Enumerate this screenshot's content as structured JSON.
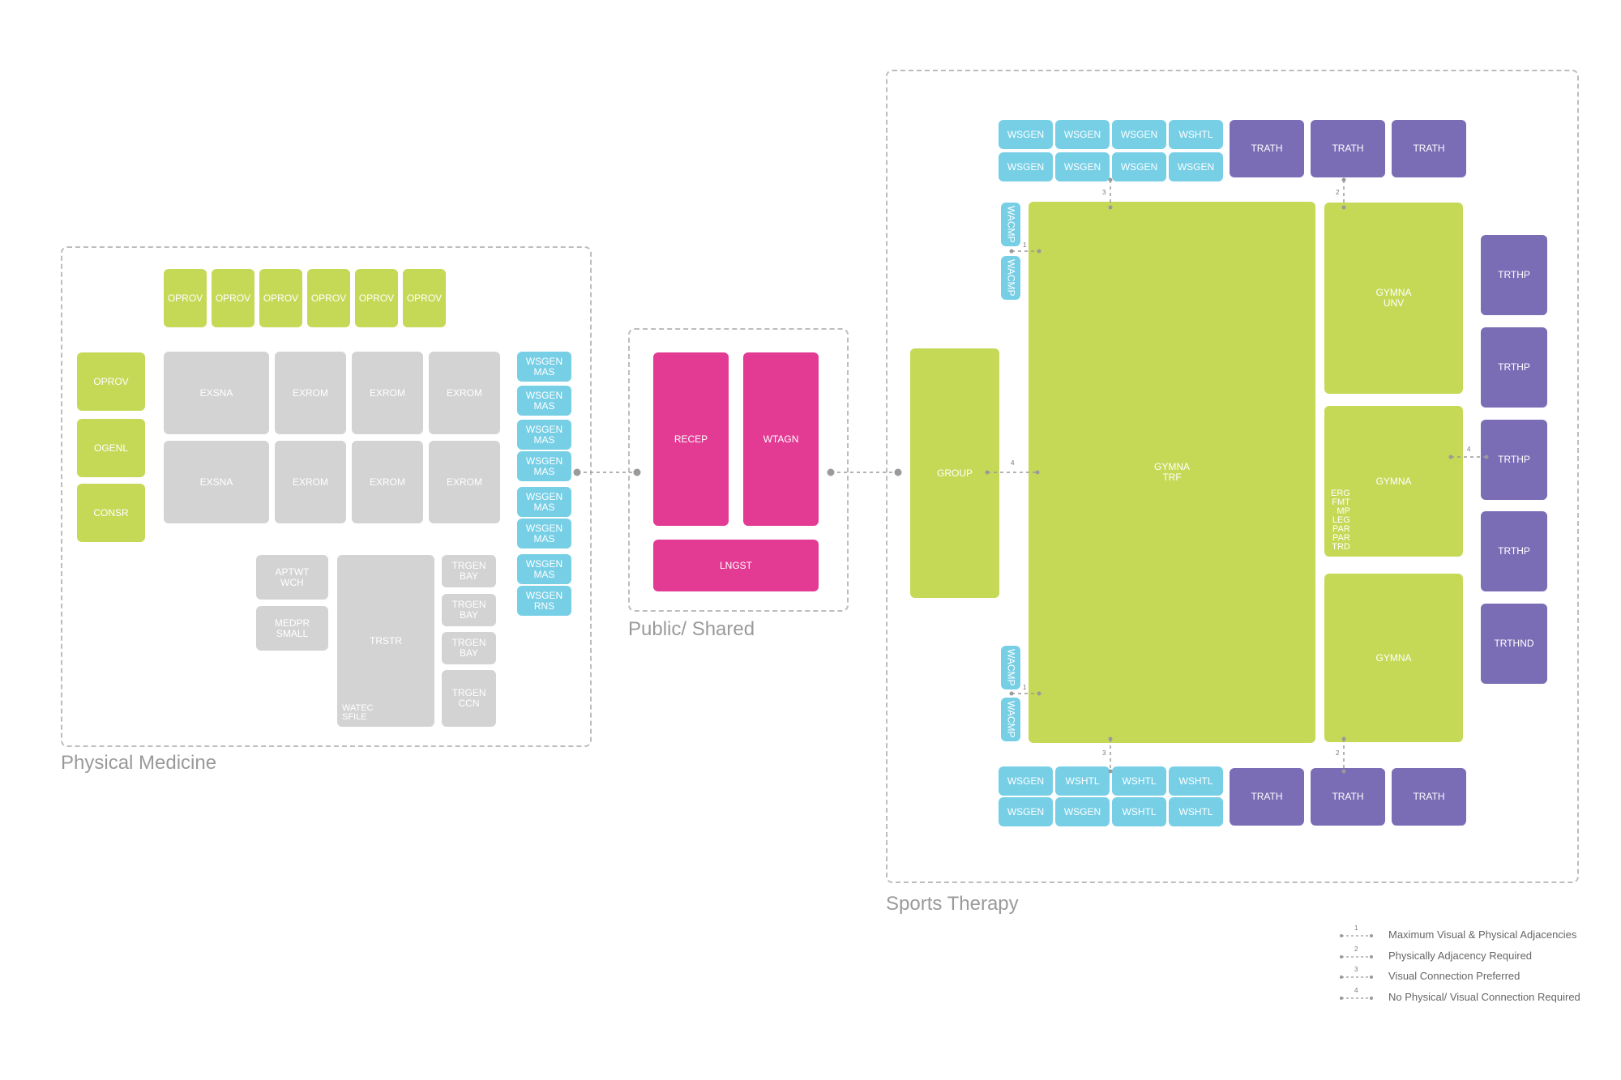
{
  "zones": {
    "physical_medicine": "Physical Medicine",
    "public_shared": "Public/ Shared",
    "sports_therapy": "Sports Therapy"
  },
  "pm": {
    "oprov_top": [
      "OPROV",
      "OPROV",
      "OPROV",
      "OPROV",
      "OPROV",
      "OPROV"
    ],
    "left_col": [
      "OPROV",
      "OGENL",
      "CONSR"
    ],
    "exam_row1": [
      "EXSNA",
      "EXROM",
      "EXROM",
      "EXROM"
    ],
    "exam_row2": [
      "EXSNA",
      "EXROM",
      "EXROM",
      "EXROM"
    ],
    "aptwt": "APTWT\nWCH",
    "medpr": "MEDPR\nSMALL",
    "trstr": "TRSTR",
    "watec": "WATEC\nSFILE",
    "trgen": [
      "TRGEN\nBAY",
      "TRGEN\nBAY",
      "TRGEN\nBAY",
      "TRGEN\nCCN"
    ],
    "wsgen": [
      "WSGEN\nMAS",
      "WSGEN\nMAS",
      "WSGEN\nMAS",
      "WSGEN\nMAS",
      "WSGEN\nMAS",
      "WSGEN\nMAS",
      "WSGEN\nMAS",
      "WSGEN\nRNS"
    ]
  },
  "ps": {
    "recep": "RECEP",
    "wtagn": "WTAGN",
    "lngst": "LNGST"
  },
  "st": {
    "top_ws_row1": [
      "WSGEN",
      "WSGEN",
      "WSGEN",
      "WSHTL"
    ],
    "top_ws_row2": [
      "WSGEN",
      "WSGEN",
      "WSGEN",
      "WSGEN"
    ],
    "top_trath": [
      "TRATH",
      "TRATH",
      "TRATH"
    ],
    "bot_ws_row1": [
      "WSGEN",
      "WSHTL",
      "WSHTL",
      "WSHTL"
    ],
    "bot_ws_row2": [
      "WSGEN",
      "WSGEN",
      "WSHTL",
      "WSHTL"
    ],
    "bot_trath": [
      "TRATH",
      "TRATH",
      "TRATH"
    ],
    "wacmp": [
      "WACMP",
      "WACMP",
      "WACMP",
      "WACMP"
    ],
    "group": "GROUP",
    "gymna_trf": "GYMNA\nTRF",
    "gymna_unv": "GYMNA\nUNV",
    "gymna_mid": "GYMNA",
    "gymna_mid_list": "ERG\nFMT\nMP\nLEG\nPAR\nPAR\nTRD",
    "gymna_bot": "GYMNA",
    "right_col": [
      "TRTHP",
      "TRTHP",
      "TRTHP",
      "TRTHP",
      "TRTHND"
    ]
  },
  "link_numbers": {
    "n1": "1",
    "n2": "2",
    "n3": "3",
    "n4": "4"
  },
  "legend": [
    {
      "num": "1",
      "text": "Maximum Visual & Physical Adjacencies"
    },
    {
      "num": "2",
      "text": "Physically Adjacency Required"
    },
    {
      "num": "3",
      "text": "Visual Connection Preferred"
    },
    {
      "num": "4",
      "text": "No Physical/ Visual Connection Required"
    }
  ],
  "colors": {
    "green": "#c5d957",
    "grey": "#d3d3d3",
    "blue": "#77cfe6",
    "purple": "#7a6db5",
    "pink": "#e33b93"
  }
}
